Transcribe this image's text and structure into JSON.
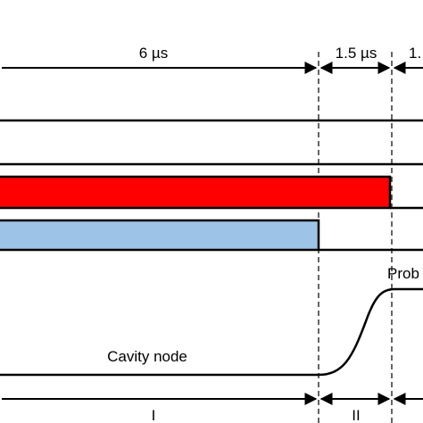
{
  "durations": {
    "phase1": "6 µs",
    "phase2": "1.5 µs",
    "phase3_partial": "1."
  },
  "phases": {
    "phase1": "I",
    "phase2": "II"
  },
  "labels": {
    "cavity": "Cavity node",
    "probe_partial": "Prob"
  },
  "colors": {
    "red_pulse": "#ff0000",
    "blue_pulse": "#9dc3e6",
    "line": "#000000"
  }
}
